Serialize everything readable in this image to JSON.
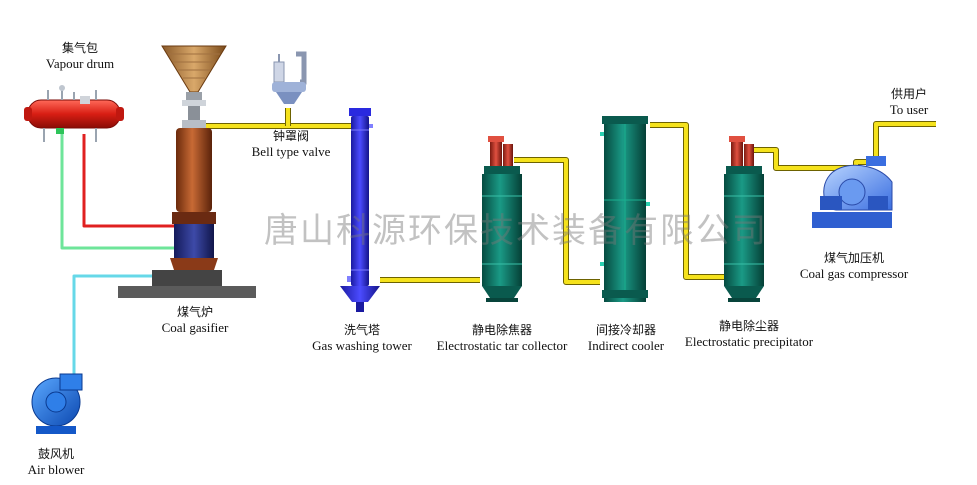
{
  "colors": {
    "gas_pipe": "#f5e21c",
    "red_pipe": "#e02020",
    "green_pipe": "#6ee59a",
    "air_pipe": "#66d8e8",
    "tower_blue": "#2a2adf",
    "vessel_green": "#0f7a6a",
    "vessel_red": "#c0392b",
    "gasifier_brown": "#b3521f",
    "blower_blue": "#1f6fe0",
    "base_gray": "#555555"
  },
  "labels": {
    "vapour_drum": {
      "zh": "集气包",
      "en": "Vapour drum"
    },
    "bell_valve": {
      "zh": "钟罩阀",
      "en": "Bell type valve"
    },
    "gasifier": {
      "zh": "煤气炉",
      "en": "Coal gasifier"
    },
    "washing_tower": {
      "zh": "洗气塔",
      "en": "Gas washing tower"
    },
    "tar_collector": {
      "zh": "静电除焦器",
      "en": "Electrostatic tar collector"
    },
    "indirect_cooler": {
      "zh": "间接冷却器",
      "en": "Indirect cooler"
    },
    "precipitator": {
      "zh": "静电除尘器",
      "en": "Electrostatic precipitator"
    },
    "compressor": {
      "zh": "煤气加压机",
      "en": "Coal gas compressor"
    },
    "user": {
      "zh": "供用户",
      "en": "To user"
    },
    "air_blower": {
      "zh": "鼓风机",
      "en": "Air blower"
    }
  },
  "watermark": "唐山科源环保技术装备有限公司",
  "icons": {
    "vapour_drum": "vapour-drum-icon",
    "bell_valve": "bell-valve-icon",
    "gasifier": "coal-gasifier-icon",
    "washing_tower": "washing-tower-icon",
    "tar_collector": "tar-collector-icon",
    "indirect_cooler": "indirect-cooler-icon",
    "precipitator": "precipitator-icon",
    "compressor": "compressor-icon",
    "air_blower": "air-blower-icon"
  }
}
